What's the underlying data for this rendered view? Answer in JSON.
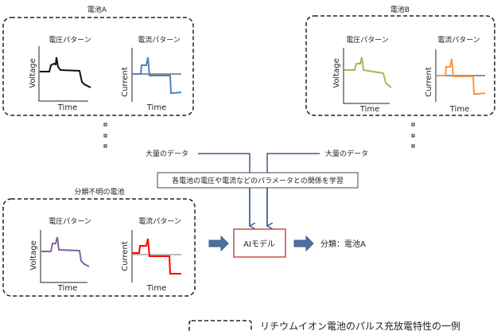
{
  "battery_a": {
    "title": "電池A",
    "voltage_title": "電圧パターン",
    "current_title": "電流パターン",
    "voltage_axis": "Voltage",
    "current_axis": "Current",
    "time_axis": "Time",
    "current_color": "#4f81bd"
  },
  "battery_b": {
    "title": "電池B",
    "voltage_title": "電圧パターン",
    "current_title": "電流パターン",
    "voltage_axis": "Voltage",
    "current_axis": "Current",
    "time_axis": "Time",
    "voltage_color": "#9bbb59",
    "current_color": "#f79646"
  },
  "unknown": {
    "title": "分類不明の電池",
    "voltage_title": "電圧パターン",
    "current_title": "電流パターン",
    "voltage_axis": "Voltage",
    "current_axis": "Current",
    "time_axis": "Time",
    "voltage_color": "#8064a2",
    "current_color": "#ff0000"
  },
  "flow": {
    "data_left": "大量のデータ",
    "data_right": "大量のデータ",
    "learn": "各電池の電圧や電流などのパラメータとの関係を学習",
    "model": "AIモデル",
    "result": "分類：電池A",
    "arrow_color": "#3b5e91",
    "model_border": "#c0504d"
  },
  "legend": {
    "text": "リチウムイオン電池のパルス充放電特性の一例"
  }
}
